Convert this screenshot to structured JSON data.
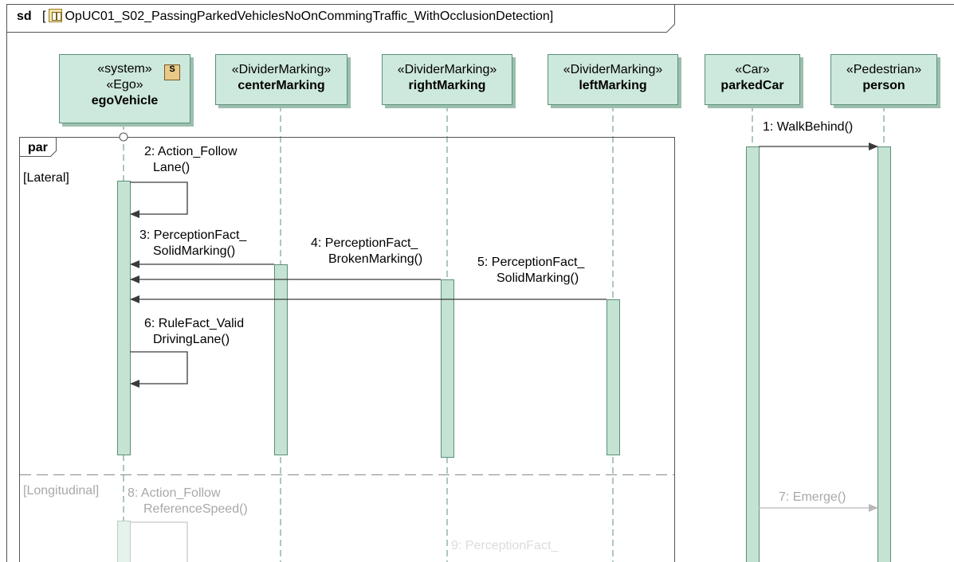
{
  "frame": {
    "kind": "sd",
    "name": "OpUC01_S02_PassingParkedVehiclesNoOnCommingTraffic_WithOcclusionDetection",
    "icon": "interaction-icon"
  },
  "lifelines": [
    {
      "id": "ego",
      "stereotypes": [
        "«system»",
        "«Ego»"
      ],
      "name": "egoVehicle",
      "badge": "S"
    },
    {
      "id": "center",
      "stereotypes": [
        "«DividerMarking»"
      ],
      "name": "centerMarking"
    },
    {
      "id": "right",
      "stereotypes": [
        "«DividerMarking»"
      ],
      "name": "rightMarking"
    },
    {
      "id": "left",
      "stereotypes": [
        "«DividerMarking»"
      ],
      "name": "leftMarking"
    },
    {
      "id": "car",
      "stereotypes": [
        "«Car»"
      ],
      "name": "parkedCar"
    },
    {
      "id": "ped",
      "stereotypes": [
        "«Pedestrian»"
      ],
      "name": "person"
    }
  ],
  "fragment": {
    "operator": "par",
    "guards": [
      "[Lateral]",
      "[Longitudinal]"
    ]
  },
  "messages": [
    {
      "id": "m1",
      "text": [
        "1: WalkBehind()"
      ]
    },
    {
      "id": "m2",
      "text": [
        "2: Action_Follow",
        "Lane()"
      ]
    },
    {
      "id": "m3",
      "text": [
        "3: PerceptionFact_",
        "SolidMarking()"
      ]
    },
    {
      "id": "m4",
      "text": [
        "4: PerceptionFact_",
        "BrokenMarking()"
      ]
    },
    {
      "id": "m5",
      "text": [
        "5: PerceptionFact_",
        "SolidMarking()"
      ]
    },
    {
      "id": "m6",
      "text": [
        "6: RuleFact_Valid",
        "DrivingLane()"
      ]
    },
    {
      "id": "m7",
      "text": [
        "7: Emerge()"
      ]
    },
    {
      "id": "m8",
      "text": [
        "8: Action_Follow",
        "ReferenceSpeed()"
      ]
    },
    {
      "id": "m9",
      "text": [
        "9: PerceptionFact_"
      ]
    }
  ],
  "colors": {
    "lifeline_fill": "#cde8dc",
    "lifeline_border": "#5c8f78",
    "activation_fill": "#c4e3d3",
    "faded_text": "#a8a8a8"
  }
}
